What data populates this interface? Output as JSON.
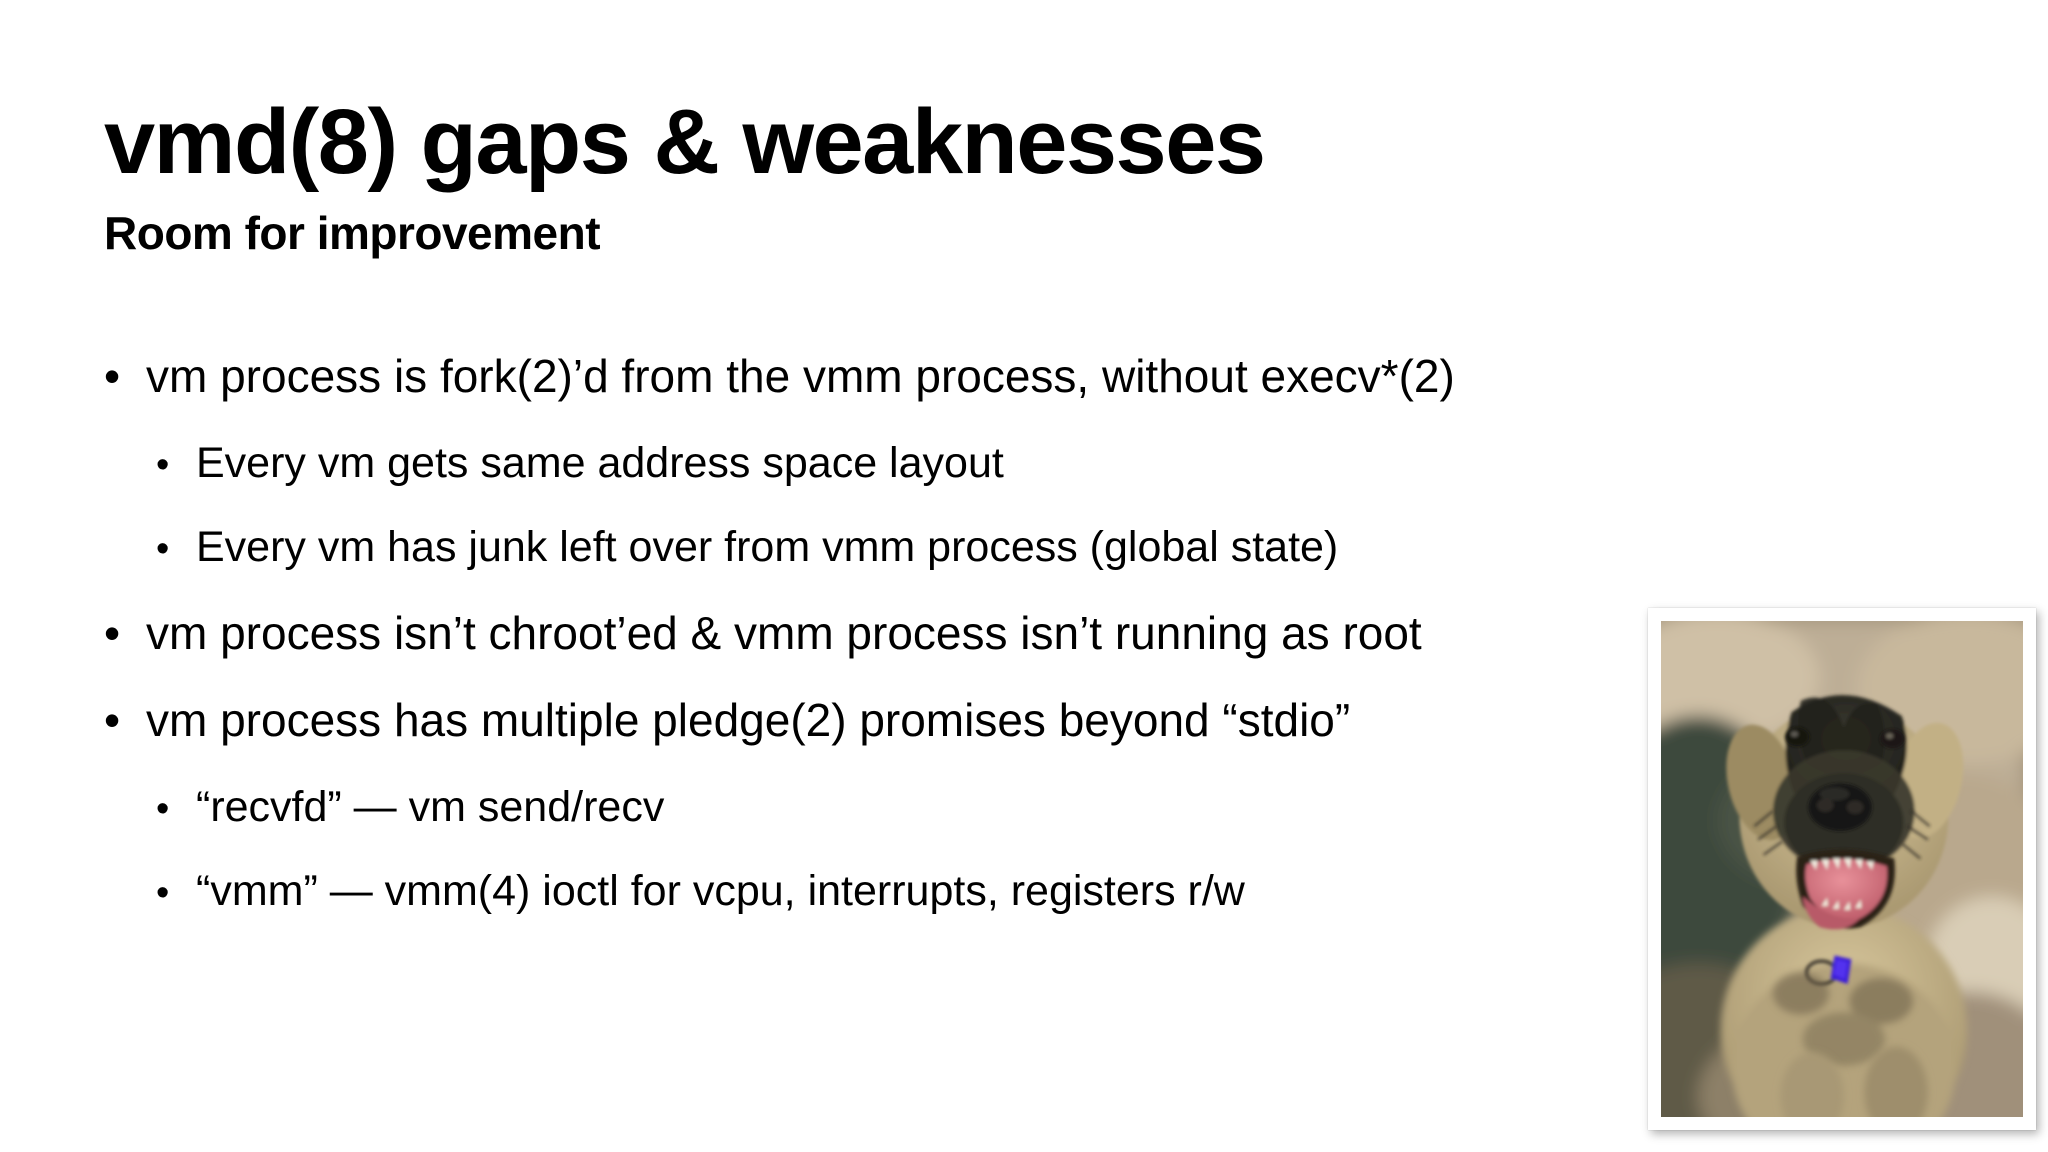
{
  "slide": {
    "background_color": "#ffffff",
    "text_color": "#000000",
    "title": "vmd(8) gaps & weaknesses",
    "subtitle": "Room for improvement",
    "bullet_glyph": "•",
    "body": [
      {
        "level": 1,
        "text": "vm process is fork(2)’d from the vmm process, without execv*(2)"
      },
      {
        "level": 2,
        "text": "Every vm gets same address space layout"
      },
      {
        "level": 2,
        "text": "Every vm has junk left over from vmm process (global state)"
      },
      {
        "level": 1,
        "text": "vm process isn’t chroot’ed & vmm process isn’t running as root"
      },
      {
        "level": 1,
        "text": "vm process has multiple pledge(2) promises beyond “stdio”"
      },
      {
        "level": 2,
        "text": "“recvfd” — vm send/recv"
      },
      {
        "level": 2,
        "text": "“vmm” — vmm(4) ioctl for vcpu, interrupts, registers r/w"
      }
    ],
    "photo": {
      "subject": "muddy-dog-photo",
      "frame_color": "#ffffff",
      "tag_color": "#3a1fd8"
    }
  }
}
